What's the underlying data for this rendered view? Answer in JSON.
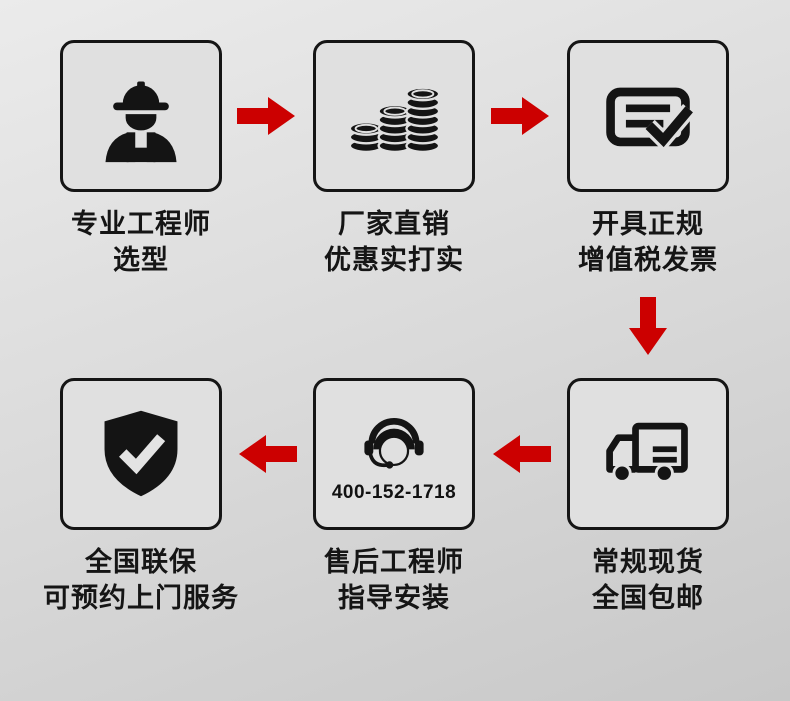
{
  "accent": "#cc0000",
  "steps": [
    {
      "id": "engineer-selection",
      "icon": "engineer-icon",
      "line1": "专业工程师",
      "line2": "选型"
    },
    {
      "id": "factory-direct",
      "icon": "coins-icon",
      "line1": "厂家直销",
      "line2": "优惠实打实"
    },
    {
      "id": "vat-invoice",
      "icon": "invoice-check-icon",
      "line1": "开具正规",
      "line2": "增值税发票"
    },
    {
      "id": "stock-shipping",
      "icon": "truck-icon",
      "line1": "常规现货",
      "line2": "全国包邮"
    },
    {
      "id": "after-sales-support",
      "icon": "headset-icon",
      "phone": "400-152-1718",
      "line1": "售后工程师",
      "line2": "指导安装"
    },
    {
      "id": "national-warranty",
      "icon": "shield-check-icon",
      "line1": "全国联保",
      "line2": "可预约上门服务"
    }
  ]
}
